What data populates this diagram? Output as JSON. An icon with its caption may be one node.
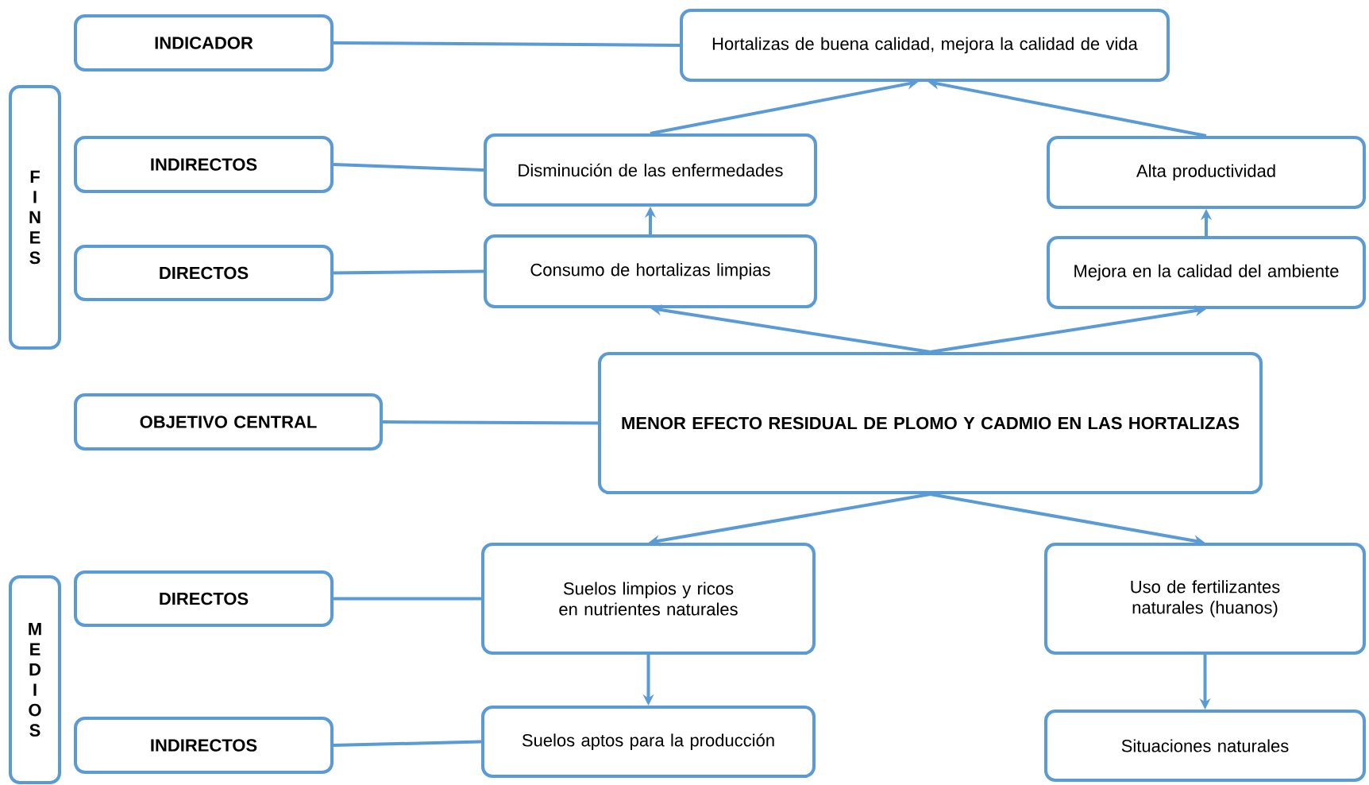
{
  "diagram": {
    "nodes": [
      {
        "text": [
          "F I N E S"
        ]
      },
      {
        "text": [
          "INDICADOR"
        ]
      },
      {
        "text": [
          "Hortalizas de buena calidad, mejora la calidad de vida"
        ]
      },
      {
        "text": [
          "INDIRECTOS"
        ]
      },
      {
        "text": [
          "Disminución de las enfermedades"
        ]
      },
      {
        "text": [
          "Alta productividad"
        ]
      },
      {
        "text": [
          "DIRECTOS"
        ]
      },
      {
        "text": [
          "Consumo de hortalizas limpias"
        ]
      },
      {
        "text": [
          "Mejora en la calidad del ambiente"
        ]
      },
      {
        "text": [
          "OBJETIVO CENTRAL"
        ]
      },
      {
        "text": [
          "MENOR EFECTO RESIDUAL DE PLOMO Y CADMIO EN LAS HORTALIZAS"
        ]
      },
      {
        "text": [
          "M E D I O S"
        ]
      },
      {
        "text": [
          "DIRECTOS"
        ]
      },
      {
        "text": [
          "Suelos limpios y ricos en nutrientes naturales"
        ]
      },
      {
        "text": [
          "Uso de fertilizantes naturales (huanos)"
        ]
      },
      {
        "text": [
          "INDIRECTOS"
        ]
      },
      {
        "text": [
          "Suelos aptos para la producción"
        ]
      },
      {
        "text": [
          "Situaciones naturales"
        ]
      }
    ],
    "edges": [
      {
        "from": 1,
        "to": 2,
        "arrow": "none"
      },
      {
        "from": 3,
        "to": 4,
        "arrow": "none"
      },
      {
        "from": 6,
        "to": 7,
        "arrow": "none"
      },
      {
        "from": 9,
        "to": 10,
        "arrow": "none"
      },
      {
        "from": 12,
        "to": 13,
        "arrow": "none"
      },
      {
        "from": 15,
        "to": 16,
        "arrow": "none"
      },
      {
        "from": 4,
        "to": 2,
        "arrow": "to"
      },
      {
        "from": 5,
        "to": 2,
        "arrow": "to"
      },
      {
        "from": 7,
        "to": 4,
        "arrow": "to"
      },
      {
        "from": 8,
        "to": 5,
        "arrow": "to"
      },
      {
        "from": 10,
        "to": 7,
        "arrow": "to"
      },
      {
        "from": 10,
        "to": 8,
        "arrow": "to"
      },
      {
        "from": 10,
        "to": 13,
        "arrow": "to"
      },
      {
        "from": 10,
        "to": 14,
        "arrow": "to"
      },
      {
        "from": 13,
        "to": 16,
        "arrow": "to"
      },
      {
        "from": 14,
        "to": 17,
        "arrow": "to"
      }
    ]
  }
}
